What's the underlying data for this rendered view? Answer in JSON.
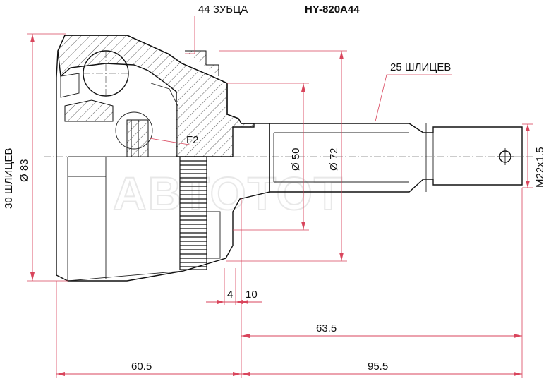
{
  "header": {
    "teeth_label": "44 ЗУБЦА",
    "part_number": "HY-820A44"
  },
  "labels": {
    "splines_outer": "25 ШЛИЦЕВ",
    "splines_inner": "30 ШЛИЦЕВ",
    "dia_housing": "Ø 83",
    "dia_50": "Ø 50",
    "dia_72": "Ø 72",
    "thread": "M22x1.5",
    "fillet": "F2",
    "dim_4": "4",
    "dim_10": "10",
    "dim_63_5": "63.5",
    "dim_60_5": "60.5",
    "dim_95_5": "95.5"
  },
  "watermark": "АВТОТОТ",
  "colors": {
    "dimension": "#d9455c",
    "outline": "#111111"
  }
}
